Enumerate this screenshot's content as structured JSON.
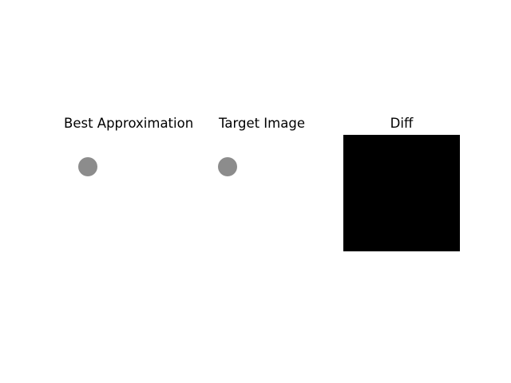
{
  "panels": [
    {
      "title": "Best Approximation",
      "content": "gray-circle"
    },
    {
      "title": "Target Image",
      "content": "gray-circle"
    },
    {
      "title": "Diff",
      "content": "black-square"
    }
  ],
  "colors": {
    "background": "#ffffff",
    "circle": "#8c8c8c",
    "diff": "#000000"
  }
}
